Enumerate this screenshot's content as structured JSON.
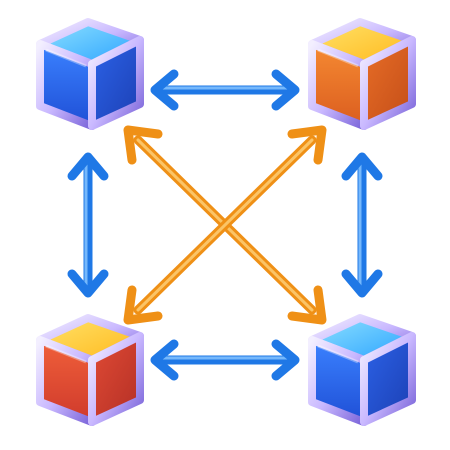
{
  "illustration": {
    "palette": {
      "blue_arrow": "#2f8cf0",
      "blue_arrow_light": "#7fc0ff",
      "orange_arrow": "#f5a323",
      "orange_arrow_light": "#ffd27a",
      "frame": "#c9b8ff",
      "frame_dark": "#7a64d9",
      "blue_face": "#2f6ff2",
      "blue_top": "#39b4ff",
      "orange_face": "#f07a2a",
      "orange_top": "#ffc830",
      "red_face": "#e8503a"
    },
    "nodes": [
      {
        "id": "top-left",
        "icon": "cube-icon",
        "top_color": "blue",
        "side_color": "blue"
      },
      {
        "id": "top-right",
        "icon": "cube-icon",
        "top_color": "yellow",
        "side_color": "orange"
      },
      {
        "id": "bottom-left",
        "icon": "cube-icon",
        "top_color": "yellow",
        "side_color": "red"
      },
      {
        "id": "bottom-right",
        "icon": "cube-icon",
        "top_color": "blue",
        "side_color": "blue"
      }
    ],
    "connections": [
      {
        "from": "top-left",
        "to": "top-right",
        "style": "blue",
        "bidirectional": true
      },
      {
        "from": "bottom-left",
        "to": "bottom-right",
        "style": "blue",
        "bidirectional": true
      },
      {
        "from": "top-left",
        "to": "bottom-left",
        "style": "blue",
        "bidirectional": true
      },
      {
        "from": "top-right",
        "to": "bottom-right",
        "style": "blue",
        "bidirectional": true
      },
      {
        "from": "top-left",
        "to": "bottom-right",
        "style": "orange",
        "bidirectional": true
      },
      {
        "from": "top-right",
        "to": "bottom-left",
        "style": "orange",
        "bidirectional": true
      }
    ]
  }
}
